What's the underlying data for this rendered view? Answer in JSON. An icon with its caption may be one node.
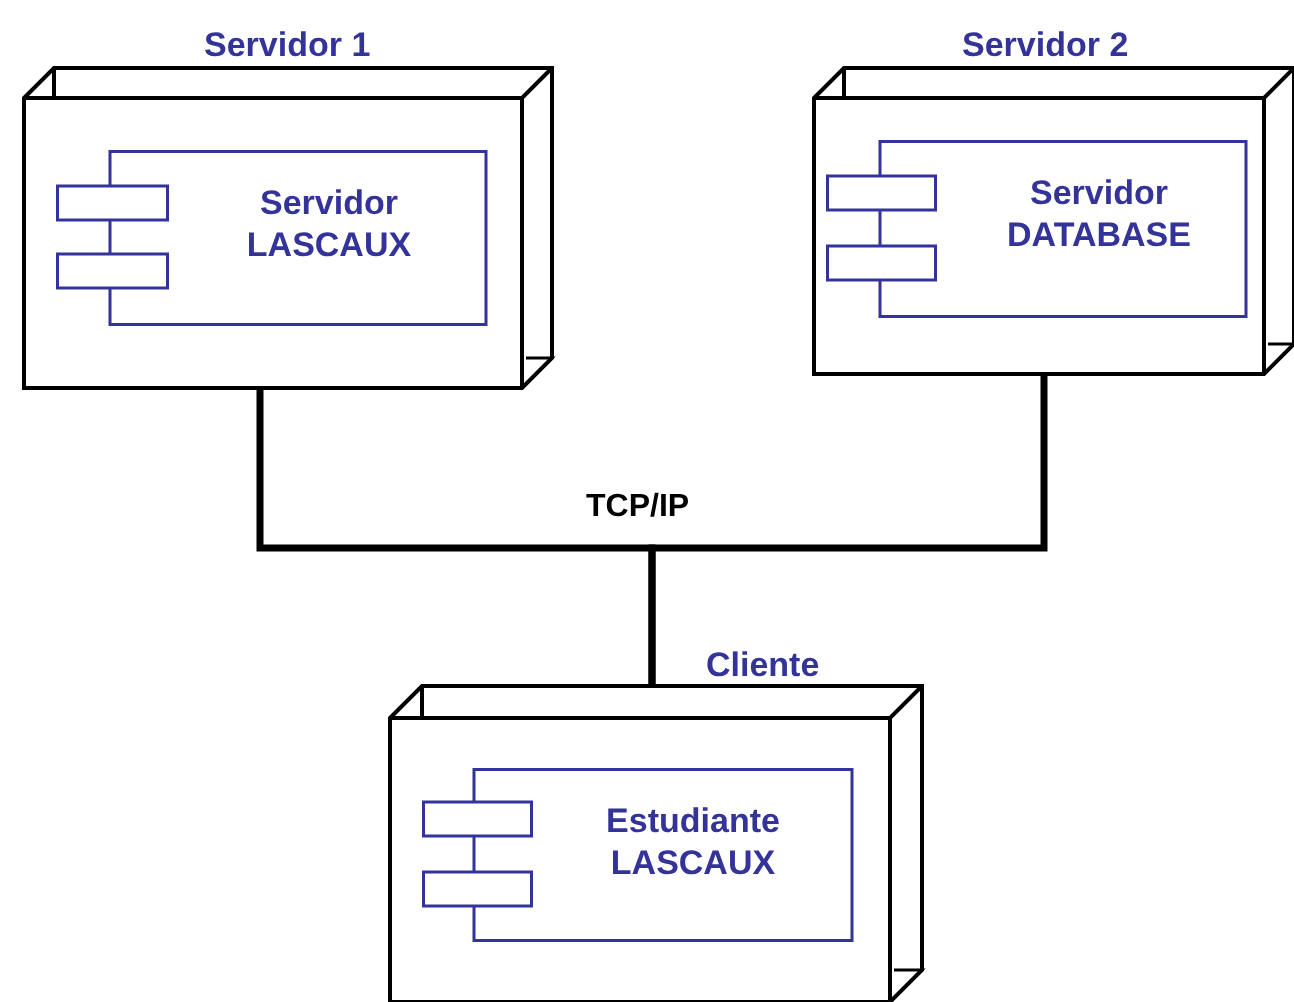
{
  "diagram": {
    "nodes": [
      {
        "text": [
          "Servidor 1"
        ]
      },
      {
        "text": [
          "Servidor LASCAUX"
        ],
        "in": 0
      },
      {
        "text": [
          "Servidor 2"
        ]
      },
      {
        "text": [
          "Servidor DATABASE"
        ],
        "in": 2
      },
      {
        "text": [
          "Cliente"
        ]
      },
      {
        "text": [
          "Estudiante LASCAUX"
        ],
        "in": 4
      }
    ],
    "edges": [
      {
        "from": 0,
        "to": 4,
        "arrow": "none"
      },
      {
        "from": 2,
        "to": 4,
        "arrow": "none"
      }
    ],
    "labels": [
      "TCP/IP"
    ]
  }
}
